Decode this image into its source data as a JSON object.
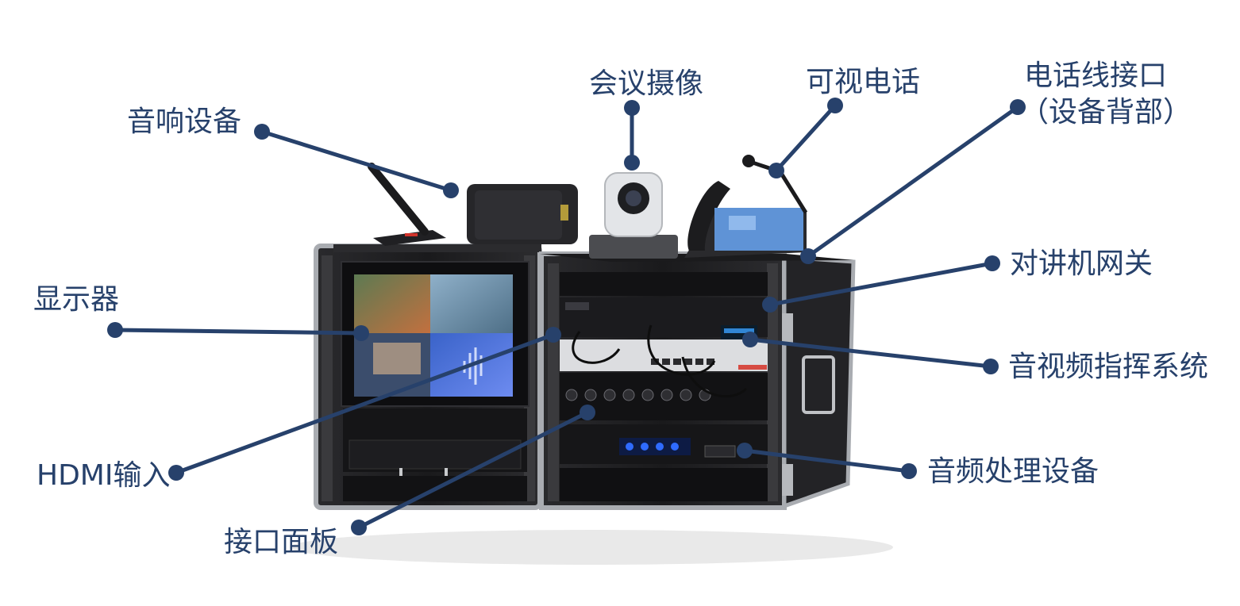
{
  "colors": {
    "callout": "#27416b",
    "case_body": "#1d1d1f",
    "case_frame": "#b9bcc0",
    "screen_bg": "#111114",
    "blue_led": "#2f6bff"
  },
  "labels": {
    "audio_equipment": "音响设备",
    "conference_camera": "会议摄像",
    "video_phone": "可视电话",
    "phone_line_port_line1": "电话线接口",
    "phone_line_port_line2": "（设备背部）",
    "display": "显示器",
    "intercom_gateway": "对讲机网关",
    "av_command_system": "音视频指挥系统",
    "hdmi_input": "HDMI输入",
    "audio_processing": "音频处理设备",
    "interface_panel": "接口面板"
  }
}
